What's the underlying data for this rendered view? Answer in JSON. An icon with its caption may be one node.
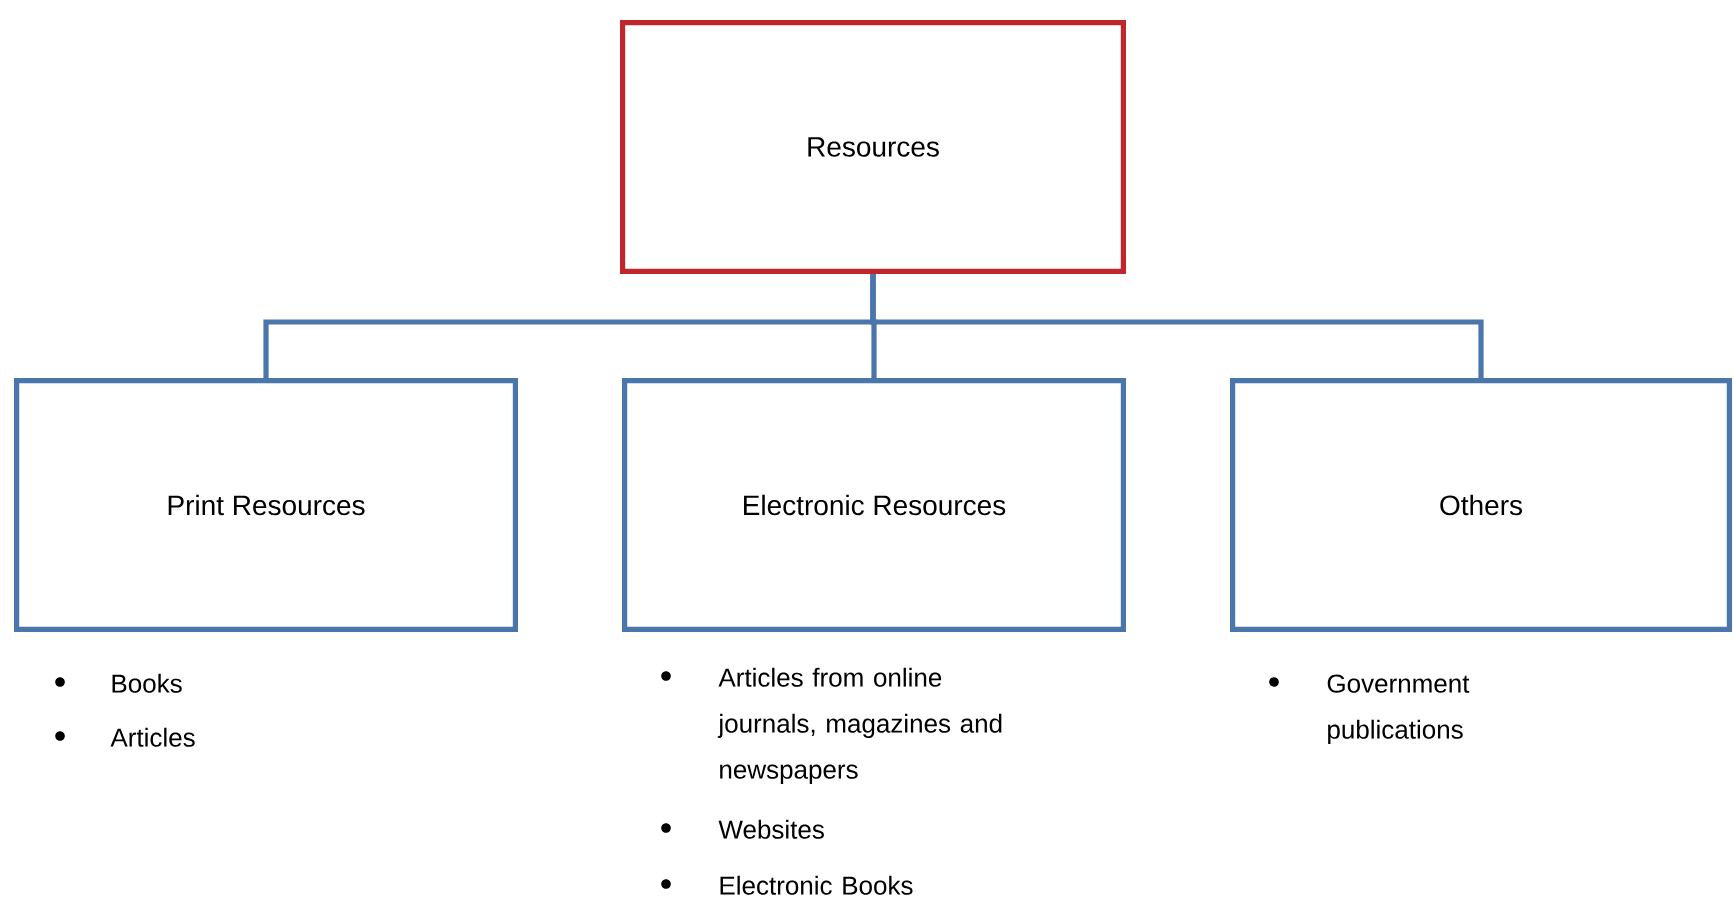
{
  "diagram": {
    "nodes": [
      {
        "text": [
          "Resources"
        ]
      },
      {
        "text": [
          "Print Resources"
        ],
        "beside": [
          "Books",
          "Articles"
        ]
      },
      {
        "text": [
          "Electronic Resources"
        ],
        "beside": [
          "Articles from online journals, magazines and newspapers",
          "Websites",
          "Electronic Books"
        ]
      },
      {
        "text": [
          "Others"
        ],
        "beside": [
          "Government publications"
        ]
      }
    ],
    "edges": [
      {
        "from": 0,
        "to": 1,
        "arrow": "none"
      },
      {
        "from": 0,
        "to": 2,
        "arrow": "none"
      },
      {
        "from": 0,
        "to": 3,
        "arrow": "none"
      }
    ]
  }
}
